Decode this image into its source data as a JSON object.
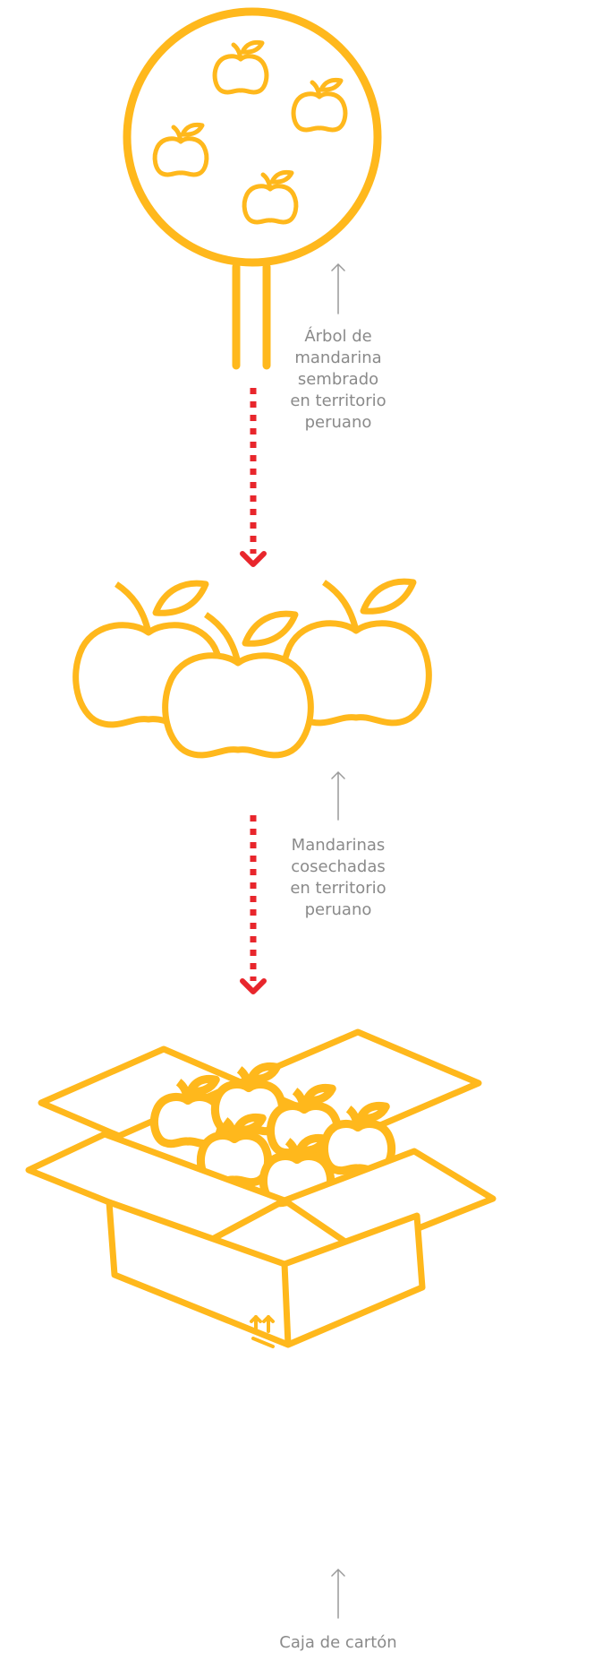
{
  "steps": [
    {
      "id": "tree",
      "caption": "Árbol de\nmandarina\nsembrado\nen territorio\nperuano"
    },
    {
      "id": "harvest",
      "caption": "Mandarinas\ncosechadas\nen territorio\nperuano"
    },
    {
      "id": "box",
      "caption": "Caja de cartón"
    }
  ],
  "colors": {
    "icon_stroke": "#FFB81C",
    "flow_arrow": "#E8262C",
    "caption_text": "#8a8a8a",
    "pointer": "#9a9a9a",
    "background": "#ffffff"
  },
  "icons": [
    "tree-icon",
    "mandarin-fruits-icon",
    "cardboard-box-icon",
    "this-side-up-icon"
  ]
}
